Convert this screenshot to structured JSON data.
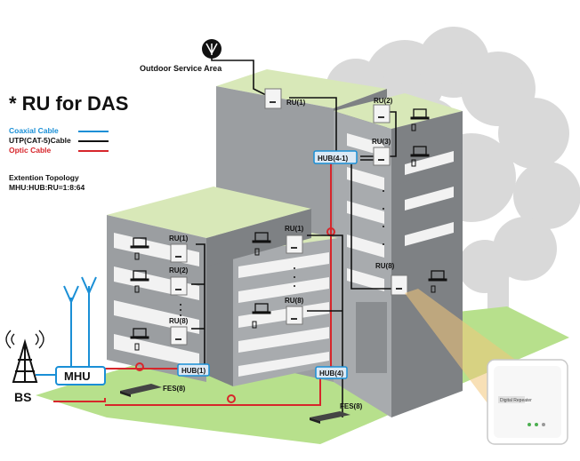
{
  "legend": {
    "title": "* RU for DAS",
    "items": [
      {
        "label": "Coaxial Cable",
        "color": "#1a8fd6"
      },
      {
        "label": "UTP(CAT-5)Cable",
        "color": "#111111"
      },
      {
        "label": "Optic Cable",
        "color": "#d7262b"
      }
    ],
    "topology_title": "Extention Topology",
    "topology_ratio": "MHU:HUB:RU=1:8:64"
  },
  "labels": {
    "outdoor": "Outdoor Service Area",
    "outdoor_ru": "RU(1)",
    "hub_top": "HUB(4-1)",
    "right_ru2": "RU(2)",
    "right_ru3": "RU(3)",
    "right_ru8": "RU(8)",
    "left_ru1": "RU(1)",
    "left_ru2": "RU(2)",
    "left_ru8": "RU(8)",
    "mid_ru1": "RU(1)",
    "mid_ru8": "RU(8)",
    "hub1": "HUB(1)",
    "hub4": "HUB(4)",
    "fes_left": "FES(8)",
    "fes_right": "FES(8)",
    "mhu": "MHU",
    "bs": "BS",
    "device_screen": "Digital Repeater"
  },
  "colors": {
    "coax": "#1a8fd6",
    "utp": "#111111",
    "optic": "#d7262b",
    "building": "#9b9ea1",
    "roof": "#d8e8b8",
    "grass": "#b7e08c",
    "tree": "#d9d9d9"
  }
}
